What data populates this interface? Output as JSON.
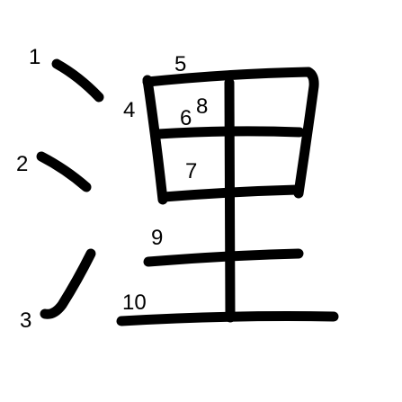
{
  "character": {
    "stroke_color": "#000000",
    "stroke_count": 10
  },
  "stroke_numbers": [
    "1",
    "2",
    "3",
    "4",
    "5",
    "6",
    "7",
    "8",
    "9",
    "10"
  ],
  "text_color": "#000000",
  "background": "#ffffff"
}
